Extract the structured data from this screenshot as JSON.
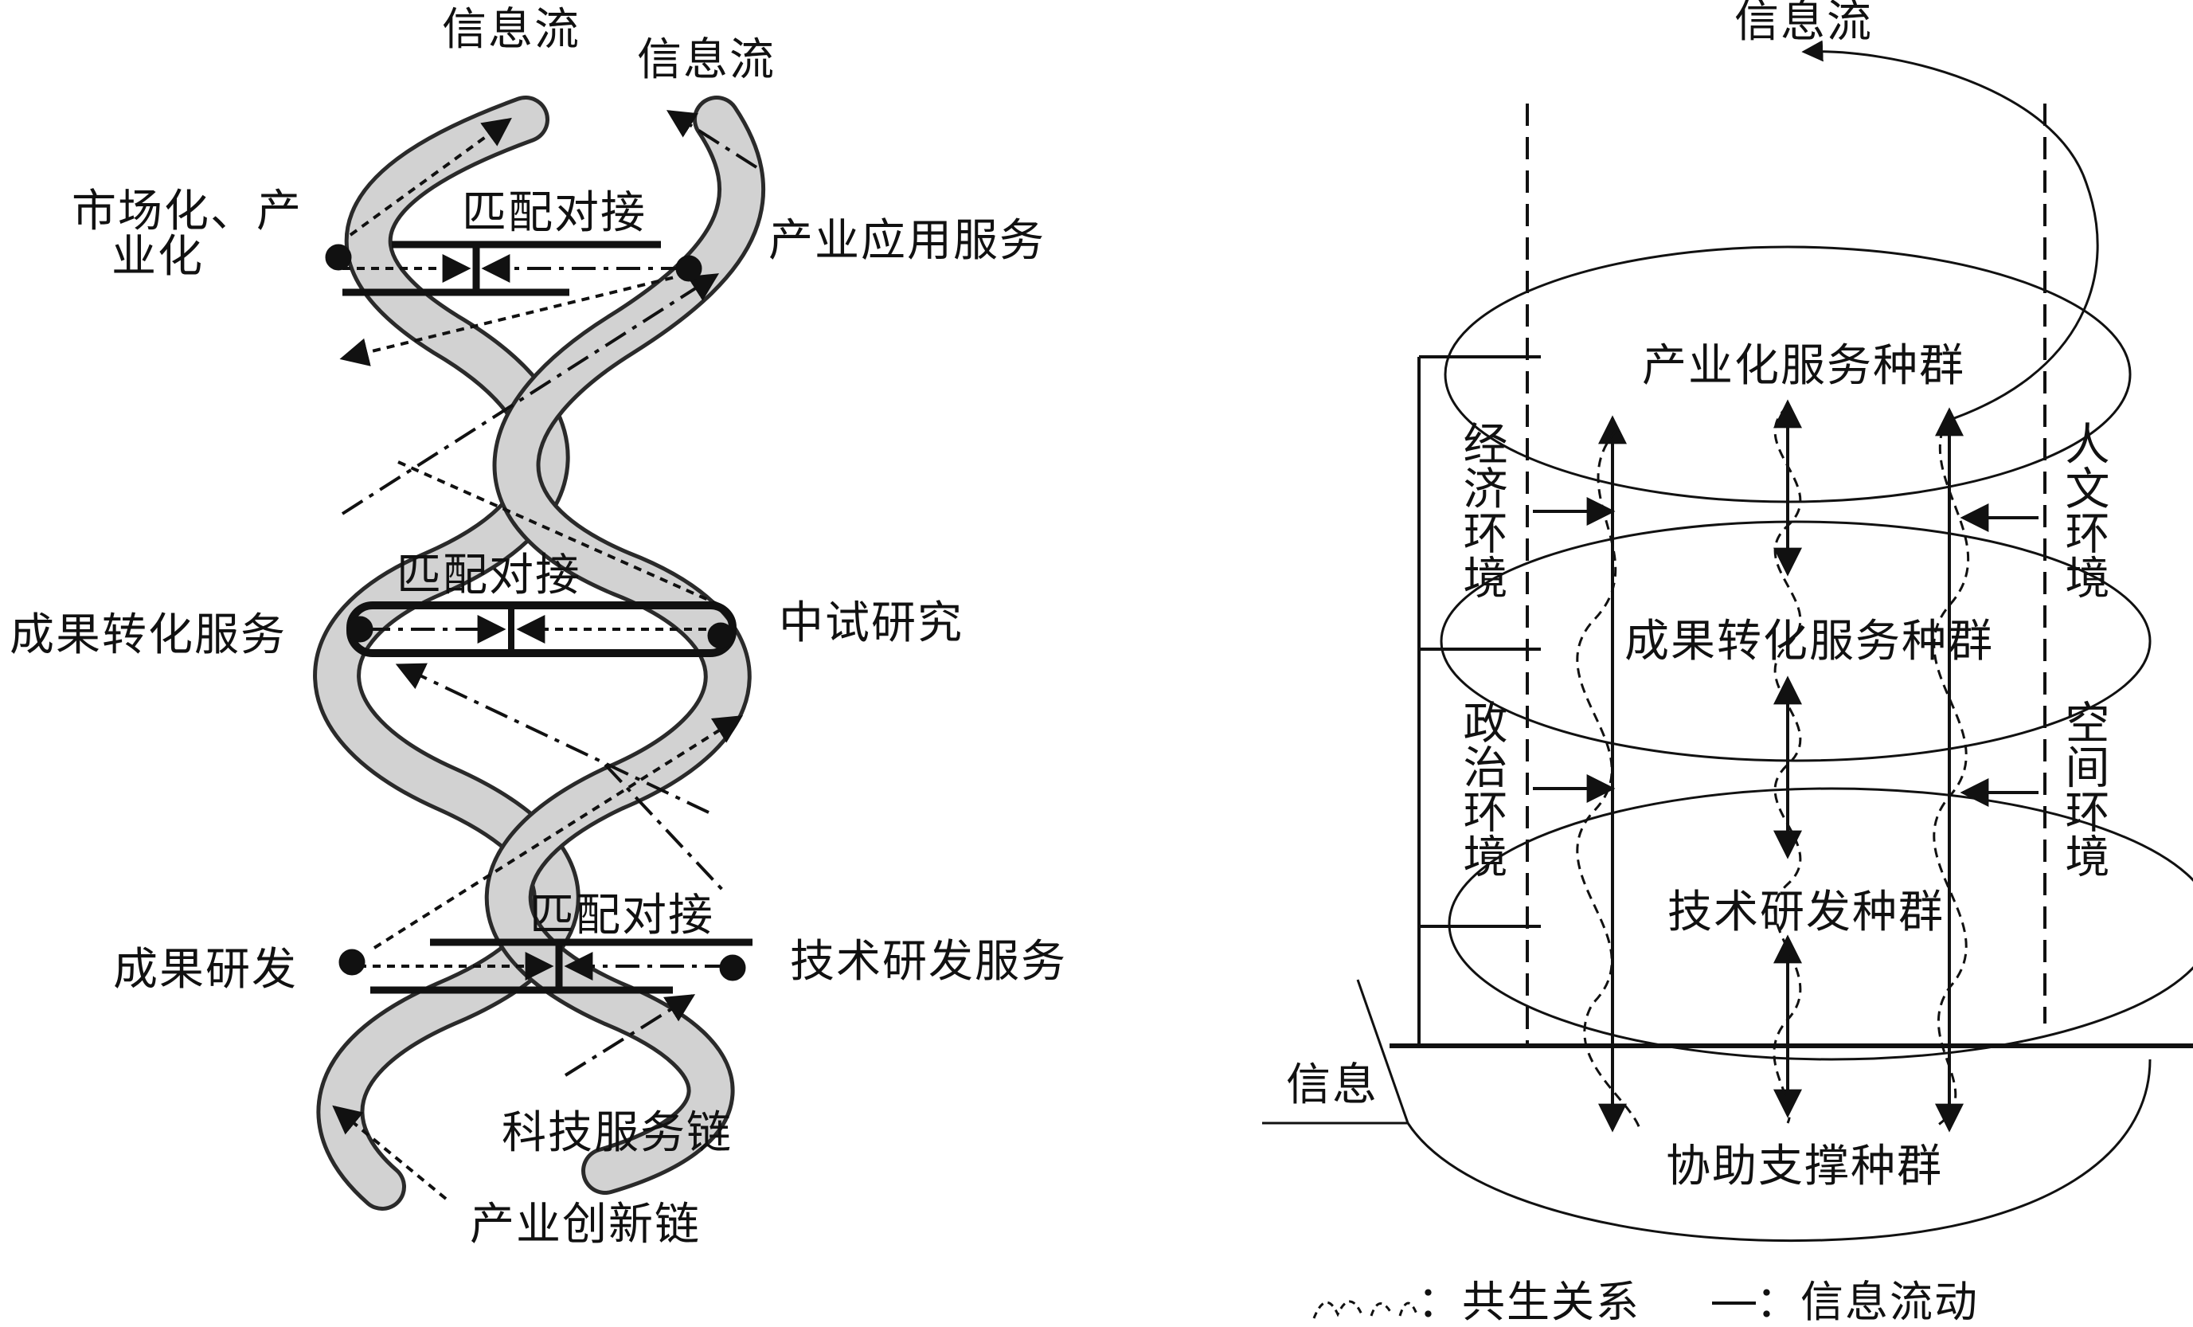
{
  "left_diagram": {
    "info_flow_a": "信息流",
    "info_flow_b": "信息流",
    "node_market_line1": "市场化、产",
    "node_market_line2": "业化",
    "node_industry_app": "产业应用服务",
    "match_top": "匹配对接",
    "match_middle": "匹配对接",
    "match_bottom": "匹配对接",
    "node_transfer": "成果转化服务",
    "node_pilot": "中试研究",
    "node_rd_result": "成果研发",
    "node_tech_rd": "技术研发服务",
    "chain_sci_tech": "科技服务链",
    "chain_industry": "产业创新链"
  },
  "right_diagram": {
    "info_flow": "信息流",
    "population_industrial": "产业化服务种群",
    "population_transfer": "成果转化服务种群",
    "population_tech_rd": "技术研发种群",
    "population_support": "协助支撑种群",
    "env_economic": "经济环境",
    "env_political": "政治环境",
    "env_humanistic": "人文环境",
    "env_spatial": "空间环境",
    "info_label": "信息"
  },
  "legend": {
    "symbiosis_text": "：共生关系",
    "flow_text": "：信息流动"
  },
  "colors": {
    "ink": "#111111",
    "ribbon": "#bcbcbc",
    "ribbon_edge": "#2a2a2a"
  }
}
